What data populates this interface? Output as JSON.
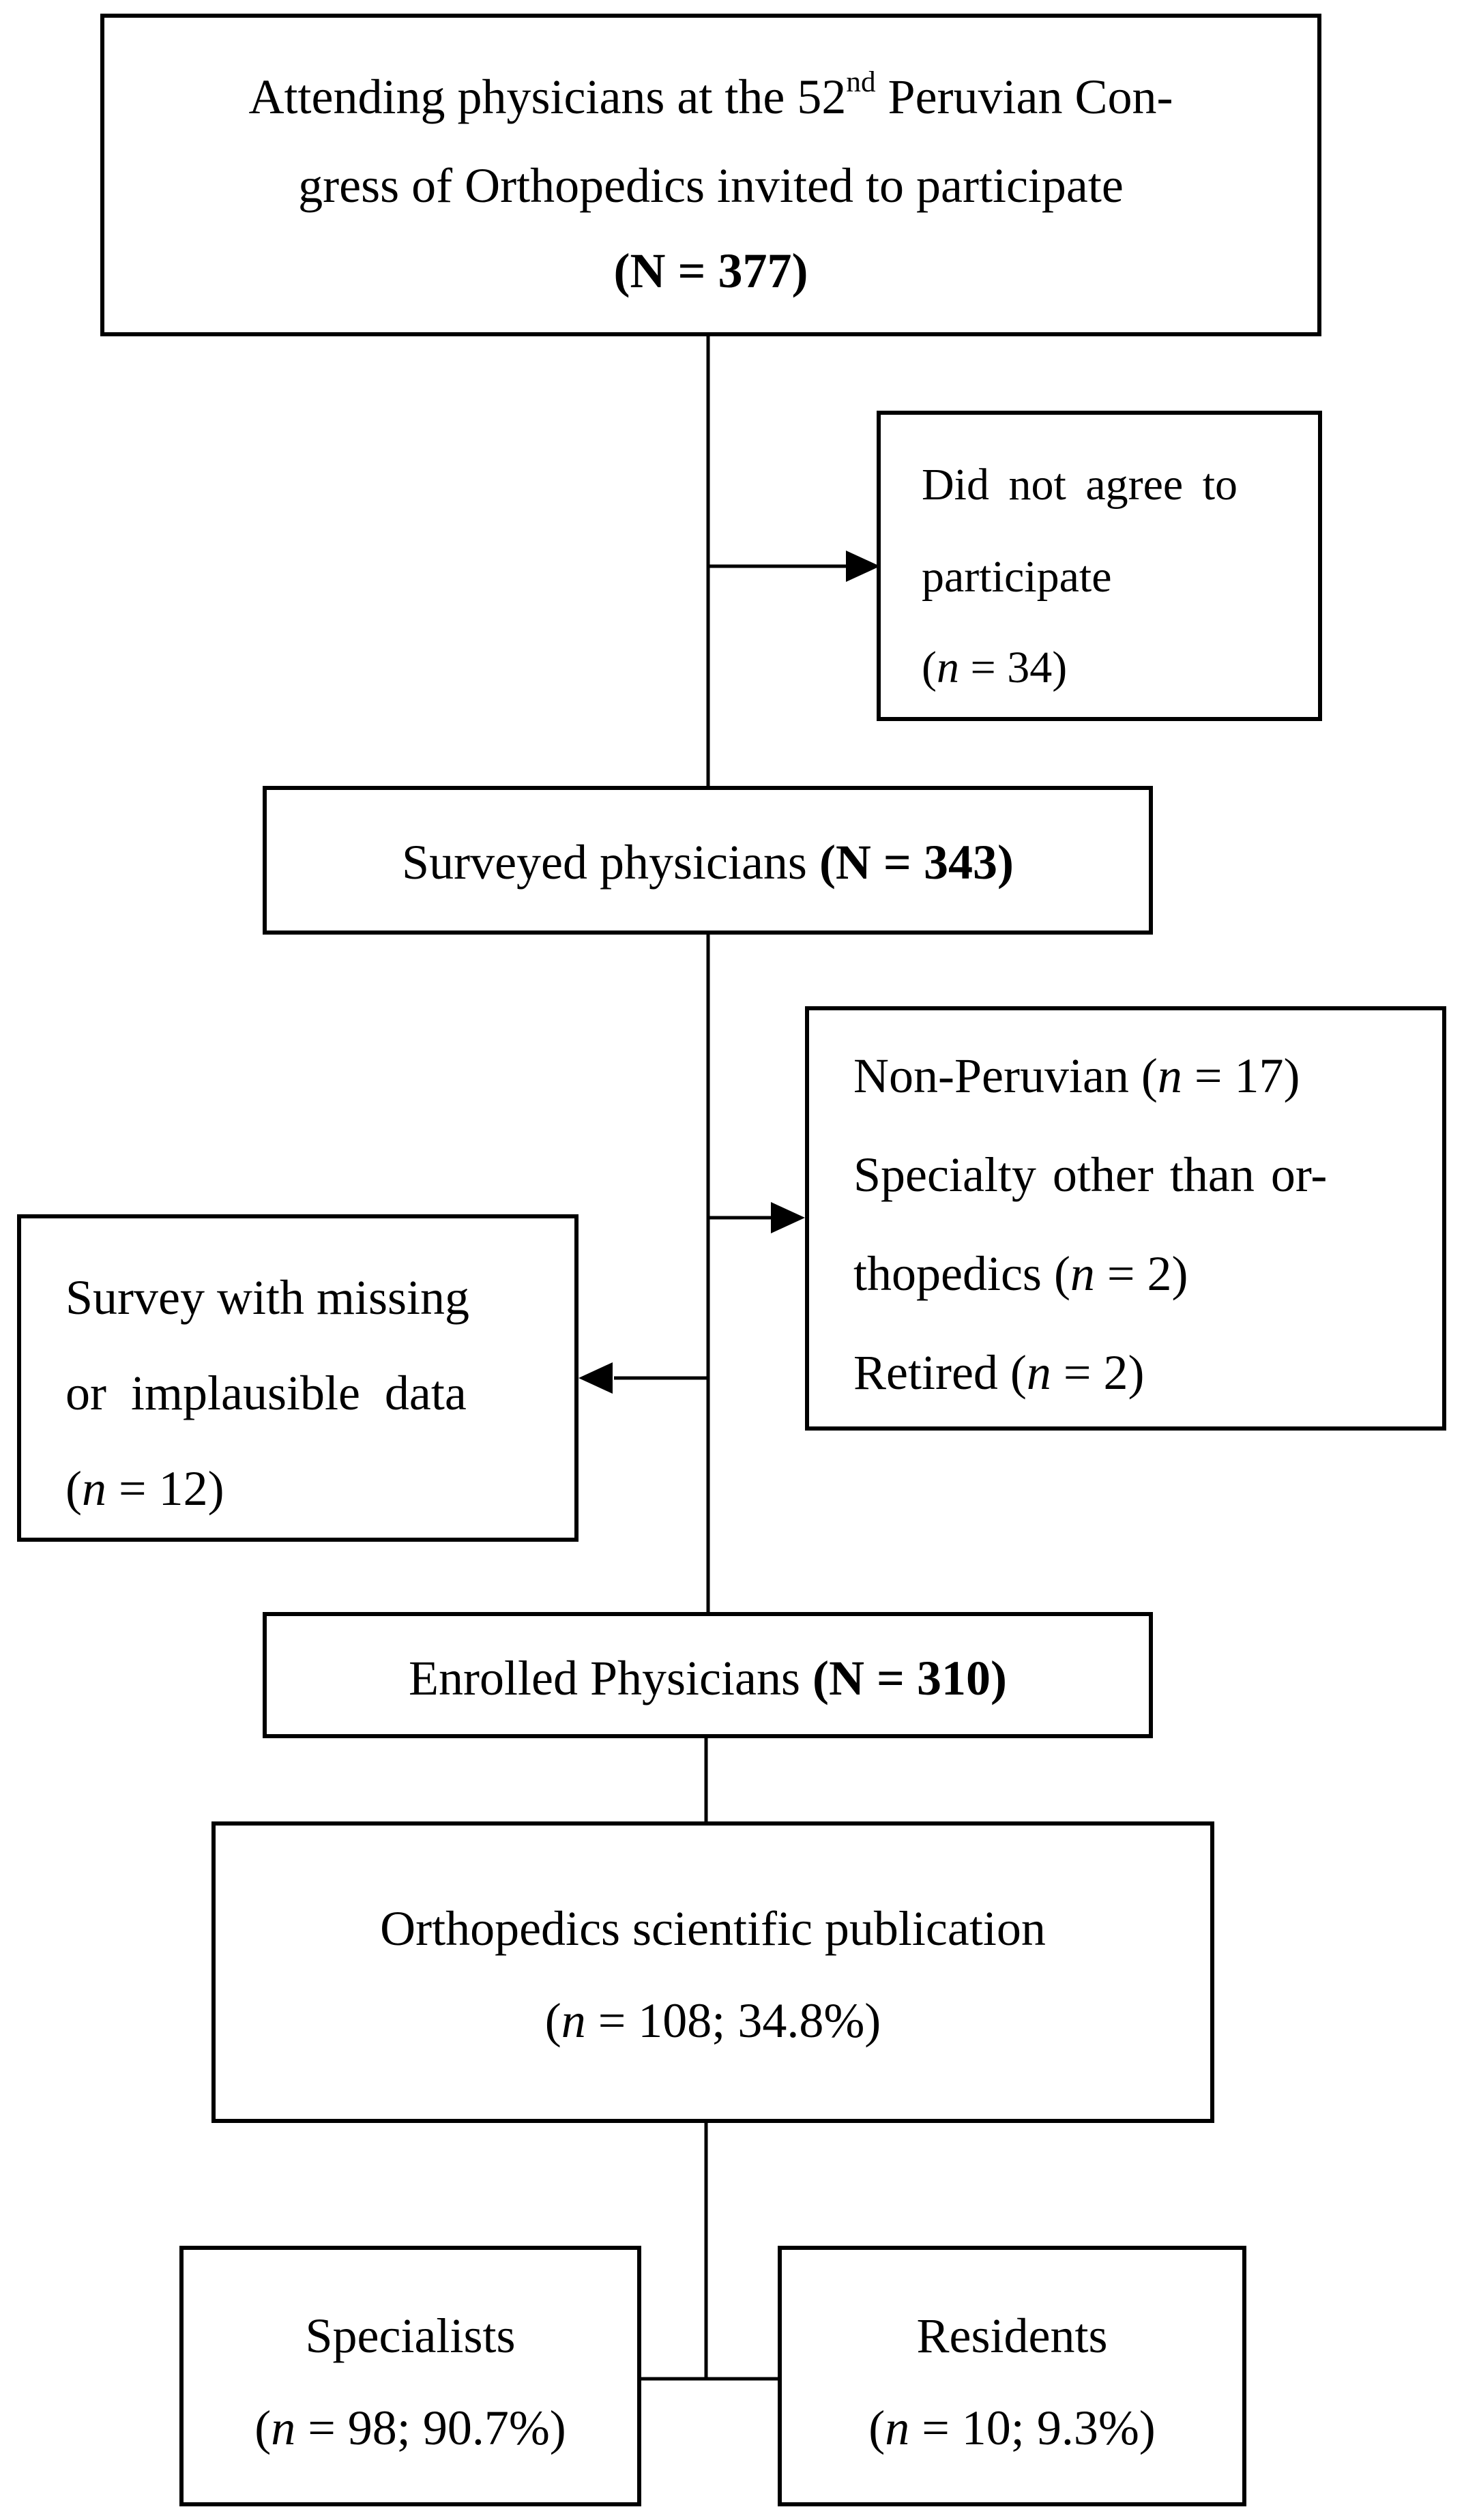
{
  "flowchart": {
    "invited": {
      "line1_a": "Attending physicians at the 52",
      "line1_sup": "nd",
      "line1_b": " Peruvian Con-",
      "line2": "gress of Orthopedics invited to participate",
      "count": "(N = 377)"
    },
    "declined": {
      "line1": "Did not agree to",
      "line2": "participate",
      "count_prefix": "(",
      "count_var": "n",
      "count_rest": " = 34)"
    },
    "surveyed": {
      "label": "Surveyed physicians ",
      "count": "(N = 343)"
    },
    "excluded": {
      "line1_a": "Non-Peruvian (",
      "line1_var": "n",
      "line1_b": " = 17)",
      "line2": "Specialty other than or-",
      "line3_a": "thopedics (",
      "line3_var": "n",
      "line3_b": " = 2)",
      "line4_a": "Retired (",
      "line4_var": "n",
      "line4_b": " = 2)"
    },
    "missing": {
      "line1": "Survey with missing",
      "line2": "or implausible data",
      "count_prefix": "(",
      "count_var": "n",
      "count_rest": " = 12)"
    },
    "enrolled": {
      "label": "Enrolled Physicians ",
      "count": "(N = 310)"
    },
    "publication": {
      "line1": "Orthopedics scientific publication",
      "count_prefix": "(",
      "count_var": "n",
      "count_rest": " = 108; 34.8%)"
    },
    "specialists": {
      "label": "Specialists",
      "count_prefix": "(",
      "count_var": "n",
      "count_rest": " = 98; 90.7%)"
    },
    "residents": {
      "label": "Residents",
      "count_prefix": "(",
      "count_var": "n",
      "count_rest": " = 10; 9.3%)"
    }
  }
}
